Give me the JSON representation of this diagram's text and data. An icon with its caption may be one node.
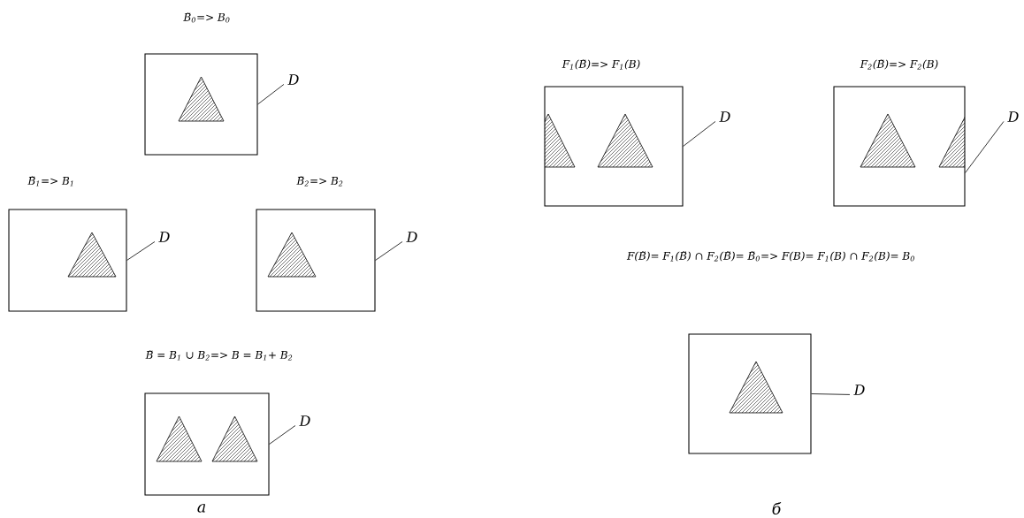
{
  "diagram": {
    "nodes": [
      {
        "text": [
          "B̃$_{0}$=> B$_{0}$"
        ]
      },
      {
        "text": [
          "D"
        ]
      },
      {
        "text": [
          "B̃$_{1}$=> B$_{1}$"
        ]
      },
      {
        "text": [
          "D"
        ]
      },
      {
        "text": [
          "B̃$_{2}$=> B$_{2}$"
        ]
      },
      {
        "text": [
          "D"
        ]
      },
      {
        "text": [
          "B̃ = B$_{1}$ ∪ B$_{2}$=> B = B$_{1}$+ B$_{2}$"
        ]
      },
      {
        "text": [
          "D"
        ]
      },
      {
        "text": [
          "F$_{1}$(B̃)=> F$_{1}$(B)"
        ]
      },
      {
        "text": [
          "D"
        ]
      },
      {
        "text": [
          "F$_{2}$(B̃)=> F$_{2}$(B)"
        ]
      },
      {
        "text": [
          "D"
        ]
      },
      {
        "text": [],
        "shape": "box"
      },
      {
        "text": [
          "D"
        ]
      }
    ],
    "edges": [
      {
        "from": 1,
        "to": 0,
        "arrow": "none"
      },
      {
        "from": 3,
        "to": 2,
        "arrow": "none"
      },
      {
        "from": 5,
        "to": 4,
        "arrow": "none"
      },
      {
        "from": 7,
        "to": 6,
        "arrow": "none"
      },
      {
        "from": 9,
        "to": 8,
        "arrow": "none"
      },
      {
        "from": 11,
        "to": 10,
        "arrow": "none"
      },
      {
        "from": 13,
        "to": 12,
        "arrow": "none"
      }
    ],
    "labels": [
      "F(B̃)= F$_{1}$(B̃) ∩ F$_{2}$(B̃)= B̃$_{0}$=> F(B)= F$_{1}$(B) ∩ F$_{2}$(B)= B$_{0}$",
      "а",
      "б"
    ]
  }
}
